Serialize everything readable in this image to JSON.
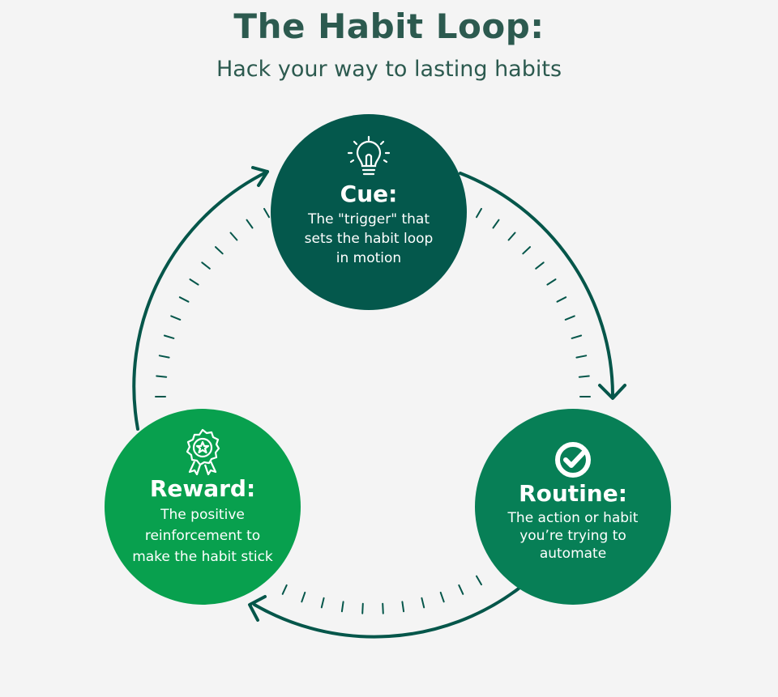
{
  "header": {
    "title": "The Habit Loop:",
    "subtitle": "Hack your way to lasting habits"
  },
  "nodes": {
    "cue": {
      "heading": "Cue:",
      "description": "The \"trigger\" that sets the habit loop in motion",
      "icon": "lightbulb-icon",
      "color": "#04584c"
    },
    "routine": {
      "heading": "Routine:",
      "description": "The action or habit you’re trying to automate",
      "icon": "check-circle-icon",
      "color": "#077f56"
    },
    "reward": {
      "heading": "Reward:",
      "description": "The positive reinforcement to make the habit stick",
      "icon": "award-ribbon-icon",
      "color": "#08a04e"
    }
  },
  "colors": {
    "background": "#f4f4f4",
    "title": "#2c5a4f",
    "arrow": "#05564a"
  }
}
